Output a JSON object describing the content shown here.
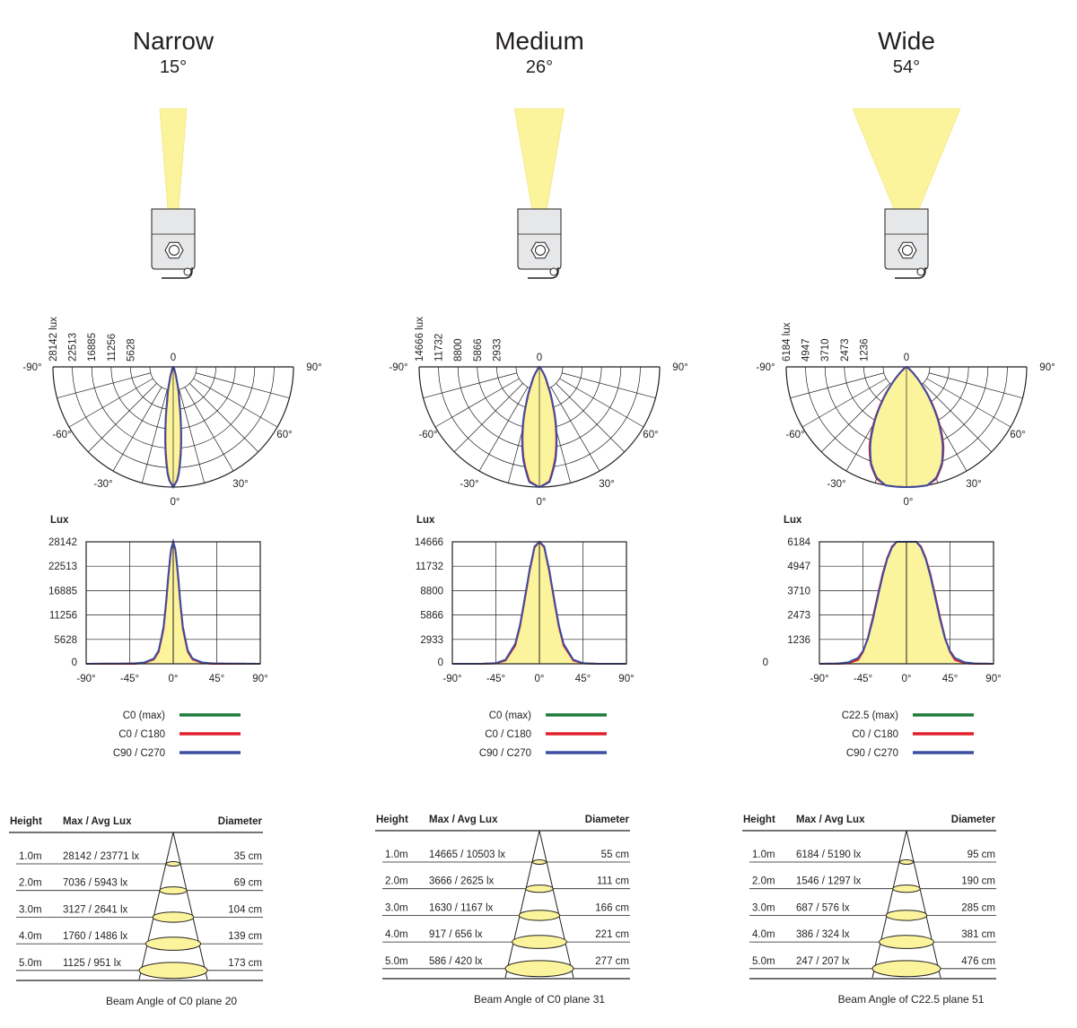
{
  "colors": {
    "beam_fill": "#fbf49c",
    "c0_max": "#1f7a3b",
    "c0_c180": "#e0202d",
    "c90_c270": "#3c4fa0",
    "grid": "#231f20",
    "body_fill": "#e6e7e8"
  },
  "icons": [
    "spotlight-icon",
    "hexagon-lens-icon",
    "mounting-bracket-icon"
  ],
  "chart_data": [
    {
      "type": "line",
      "title": "Narrow",
      "subtitle": "15°",
      "spread_deg": 15,
      "polar": {
        "type": "polar",
        "ring_labels": [
          "28142 lux",
          "22513",
          "16885",
          "11256",
          "5628",
          "0"
        ],
        "angle_labels": [
          "-90°",
          "90°",
          "-60°",
          "60°",
          "-30°",
          "30°",
          "0°"
        ]
      },
      "cartesian": {
        "ylabel": "Lux",
        "yticks": [
          "28142",
          "22513",
          "16885",
          "11256",
          "5628",
          "0"
        ],
        "xticks": [
          "-90°",
          "-45°",
          "0°",
          "45°",
          "90°"
        ],
        "xlim": [
          -90,
          90
        ],
        "ylim": [
          0,
          28142
        ]
      },
      "series": [
        {
          "name": "C0 (max)",
          "color_key": "c0_max",
          "x": [
            -90,
            -40,
            -30,
            -20,
            -15,
            -10,
            -7.5,
            -5,
            -2.5,
            0,
            2.5,
            5,
            7.5,
            10,
            15,
            20,
            30,
            40,
            90
          ],
          "y": [
            0,
            0,
            200,
            1000,
            2800,
            8000,
            13500,
            20000,
            26000,
            28142,
            26000,
            20000,
            13500,
            8000,
            2800,
            1000,
            200,
            0,
            0
          ]
        },
        {
          "name": "C0 / C180",
          "color_key": "c0_c180",
          "x": [
            -90,
            -40,
            -30,
            -20,
            -15,
            -10,
            -7.5,
            -5,
            -2.5,
            0,
            2.5,
            5,
            7.5,
            10,
            15,
            20,
            30,
            40,
            90
          ],
          "y": [
            0,
            0,
            200,
            1000,
            2800,
            8000,
            13500,
            20000,
            26000,
            28142,
            26000,
            20000,
            13500,
            8000,
            2800,
            1000,
            200,
            0,
            0
          ]
        },
        {
          "name": "C90 / C270",
          "color_key": "c90_c270",
          "x": [
            -90,
            -40,
            -30,
            -20,
            -15,
            -10,
            -7.5,
            -5,
            -2.5,
            0,
            2.5,
            5,
            7.5,
            10,
            15,
            20,
            30,
            40,
            90
          ],
          "y": [
            0,
            100,
            300,
            1200,
            3100,
            8500,
            14000,
            20500,
            26200,
            28142,
            26200,
            20500,
            14000,
            8500,
            3100,
            1200,
            300,
            100,
            0
          ]
        }
      ],
      "table": {
        "headers": [
          "Height",
          "Max / Avg Lux",
          "Diameter"
        ],
        "rows": [
          {
            "height": "1.0m",
            "lux": "28142 / 23771 lx",
            "diameter": "35 cm",
            "diameter_cm": 35
          },
          {
            "height": "2.0m",
            "lux": "7036 / 5943 lx",
            "diameter": "69 cm",
            "diameter_cm": 69
          },
          {
            "height": "3.0m",
            "lux": "3127 / 2641 lx",
            "diameter": "104 cm",
            "diameter_cm": 104
          },
          {
            "height": "4.0m",
            "lux": "1760 / 1486 lx",
            "diameter": "139 cm",
            "diameter_cm": 139
          },
          {
            "height": "5.0m",
            "lux": "1125 / 951 lx",
            "diameter": "173 cm",
            "diameter_cm": 173
          }
        ],
        "caption": "Beam Angle of C0 plane 20"
      }
    },
    {
      "type": "line",
      "title": "Medium",
      "subtitle": "26°",
      "spread_deg": 26,
      "polar": {
        "type": "polar",
        "ring_labels": [
          "14666 lux",
          "11732",
          "8800",
          "5866",
          "2933",
          "0"
        ],
        "angle_labels": [
          "-90°",
          "90°",
          "-60°",
          "60°",
          "-30°",
          "30°",
          "0°"
        ]
      },
      "cartesian": {
        "ylabel": "Lux",
        "yticks": [
          "14666",
          "11732",
          "8800",
          "5866",
          "2933",
          "0"
        ],
        "xticks": [
          "-90°",
          "-45°",
          "0°",
          "45°",
          "90°"
        ],
        "xlim": [
          -90,
          90
        ],
        "ylim": [
          0,
          14666
        ]
      },
      "series": [
        {
          "name": "C0 (max)",
          "color_key": "c0_max",
          "x": [
            -90,
            -60,
            -45,
            -35,
            -25,
            -20,
            -15,
            -10,
            -5,
            0,
            5,
            10,
            15,
            20,
            25,
            35,
            45,
            60,
            90
          ],
          "y": [
            0,
            0,
            50,
            400,
            2200,
            4500,
            7800,
            11200,
            14000,
            14666,
            14000,
            11200,
            7800,
            4500,
            2200,
            400,
            50,
            0,
            0
          ]
        },
        {
          "name": "C0 / C180",
          "color_key": "c0_c180",
          "x": [
            -90,
            -60,
            -45,
            -35,
            -25,
            -20,
            -15,
            -10,
            -5,
            0,
            5,
            10,
            15,
            20,
            25,
            35,
            45,
            60,
            90
          ],
          "y": [
            0,
            0,
            50,
            400,
            2200,
            4500,
            7800,
            11200,
            14000,
            14666,
            14000,
            11200,
            7800,
            4500,
            2200,
            400,
            50,
            0,
            0
          ]
        },
        {
          "name": "C90 / C270",
          "color_key": "c90_c270",
          "x": [
            -90,
            -60,
            -45,
            -35,
            -25,
            -20,
            -15,
            -10,
            -5,
            0,
            5,
            10,
            15,
            20,
            25,
            35,
            45,
            60,
            90
          ],
          "y": [
            0,
            0,
            80,
            500,
            2400,
            4700,
            8000,
            11400,
            14100,
            14666,
            14100,
            11400,
            8000,
            4700,
            2400,
            500,
            80,
            0,
            0
          ]
        }
      ],
      "table": {
        "headers": [
          "Height",
          "Max / Avg Lux",
          "Diameter"
        ],
        "rows": [
          {
            "height": "1.0m",
            "lux": "14665 / 10503 lx",
            "diameter": "55 cm",
            "diameter_cm": 55
          },
          {
            "height": "2.0m",
            "lux": "3666 / 2625 lx",
            "diameter": "111 cm",
            "diameter_cm": 111
          },
          {
            "height": "3.0m",
            "lux": "1630 / 1167 lx",
            "diameter": "166 cm",
            "diameter_cm": 166
          },
          {
            "height": "4.0m",
            "lux": "917 / 656 lx",
            "diameter": "221 cm",
            "diameter_cm": 221
          },
          {
            "height": "5.0m",
            "lux": "586 / 420 lx",
            "diameter": "277 cm",
            "diameter_cm": 277
          }
        ],
        "caption": "Beam Angle of C0 plane 31"
      }
    },
    {
      "type": "line",
      "title": "Wide",
      "subtitle": "54°",
      "spread_deg": 54,
      "polar": {
        "type": "polar",
        "ring_labels": [
          "6184 lux",
          "4947",
          "3710",
          "2473",
          "1236",
          "0"
        ],
        "angle_labels": [
          "-90°",
          "90°",
          "-60°",
          "60°",
          "-30°",
          "30°",
          "0°"
        ]
      },
      "cartesian": {
        "ylabel": "Lux",
        "yticks": [
          "6184",
          "4947",
          "3710",
          "2473",
          "1236",
          "0"
        ],
        "xticks": [
          "-90°",
          "-45°",
          "0°",
          "45°",
          "90°"
        ],
        "xlim": [
          -90,
          90
        ],
        "ylim": [
          0,
          6184
        ]
      },
      "series": [
        {
          "name": "C22.5 (max)",
          "color_key": "c0_max",
          "x": [
            -90,
            -70,
            -60,
            -50,
            -45,
            -40,
            -35,
            -30,
            -25,
            -20,
            -15,
            -10,
            -5,
            0,
            5,
            10,
            15,
            20,
            25,
            30,
            35,
            40,
            45,
            50,
            60,
            70,
            90
          ],
          "y": [
            0,
            0,
            20,
            150,
            500,
            1150,
            2100,
            3200,
            4300,
            5200,
            5850,
            6150,
            6184,
            6184,
            6184,
            6150,
            5850,
            5200,
            4300,
            3200,
            2100,
            1150,
            500,
            150,
            20,
            0,
            0
          ]
        },
        {
          "name": "C0 / C180",
          "color_key": "c0_c180",
          "x": [
            -90,
            -70,
            -60,
            -50,
            -45,
            -40,
            -35,
            -30,
            -25,
            -20,
            -15,
            -10,
            -5,
            0,
            5,
            10,
            15,
            20,
            25,
            30,
            35,
            40,
            45,
            50,
            60,
            70,
            90
          ],
          "y": [
            0,
            0,
            30,
            200,
            600,
            1300,
            2300,
            3400,
            4500,
            5350,
            5950,
            6184,
            6184,
            6184,
            6184,
            6184,
            5950,
            5350,
            4500,
            3400,
            2300,
            1300,
            600,
            200,
            30,
            0,
            0
          ]
        },
        {
          "name": "C90 / C270",
          "color_key": "c90_c270",
          "x": [
            -90,
            -70,
            -60,
            -50,
            -45,
            -40,
            -35,
            -30,
            -25,
            -20,
            -15,
            -10,
            -5,
            0,
            5,
            10,
            15,
            20,
            25,
            30,
            35,
            40,
            45,
            50,
            60,
            70,
            90
          ],
          "y": [
            0,
            20,
            80,
            300,
            650,
            1250,
            2200,
            3300,
            4400,
            5300,
            5900,
            6184,
            6184,
            6184,
            6184,
            6184,
            5900,
            5300,
            4400,
            3300,
            2200,
            1250,
            650,
            300,
            80,
            20,
            0
          ]
        }
      ],
      "table": {
        "headers": [
          "Height",
          "Max / Avg Lux",
          "Diameter"
        ],
        "rows": [
          {
            "height": "1.0m",
            "lux": "6184 / 5190 lx",
            "diameter": "95 cm",
            "diameter_cm": 95
          },
          {
            "height": "2.0m",
            "lux": "1546 / 1297 lx",
            "diameter": "190 cm",
            "diameter_cm": 190
          },
          {
            "height": "3.0m",
            "lux": "687 / 576 lx",
            "diameter": "285 cm",
            "diameter_cm": 285
          },
          {
            "height": "4.0m",
            "lux": "386 / 324 lx",
            "diameter": "381 cm",
            "diameter_cm": 381
          },
          {
            "height": "5.0m",
            "lux": "247 / 207 lx",
            "diameter": "476 cm",
            "diameter_cm": 476
          }
        ],
        "caption": "Beam Angle of C22.5 plane 51"
      }
    }
  ]
}
